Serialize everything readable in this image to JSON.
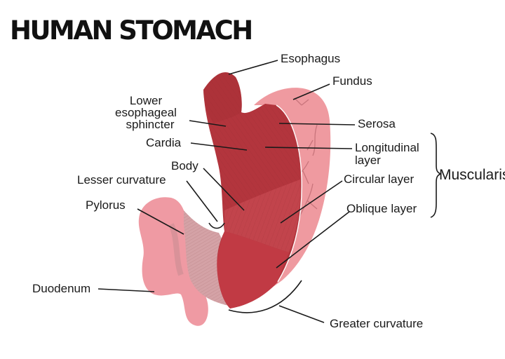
{
  "title": "HUMAN STOMACH",
  "labels": {
    "esophagus": "Esophagus",
    "fundus": "Fundus",
    "serosa": "Serosa",
    "les_line1": "Lower",
    "les_line2": "esophageal",
    "les_line3": "sphincter",
    "cardia": "Cardia",
    "longitudinal_line1": "Longitudinal",
    "longitudinal_line2": "layer",
    "body": "Body",
    "lesser_curvature": "Lesser curvature",
    "circular_layer": "Circular layer",
    "muscularis": "Muscularis",
    "pylorus": "Pylorus",
    "oblique_layer": "Oblique layer",
    "duodenum": "Duodenum",
    "greater_curvature": "Greater curvature"
  },
  "colors": {
    "muscle_dark": "#b3353d",
    "muscle_mid": "#c4474f",
    "oblique": "#c13a44",
    "serosa_pink": "#ef9aa0",
    "duodenum_pink": "#ef9aa3",
    "pylorus_tissue": "#d4a2a6",
    "vessel": "#c9757c"
  }
}
